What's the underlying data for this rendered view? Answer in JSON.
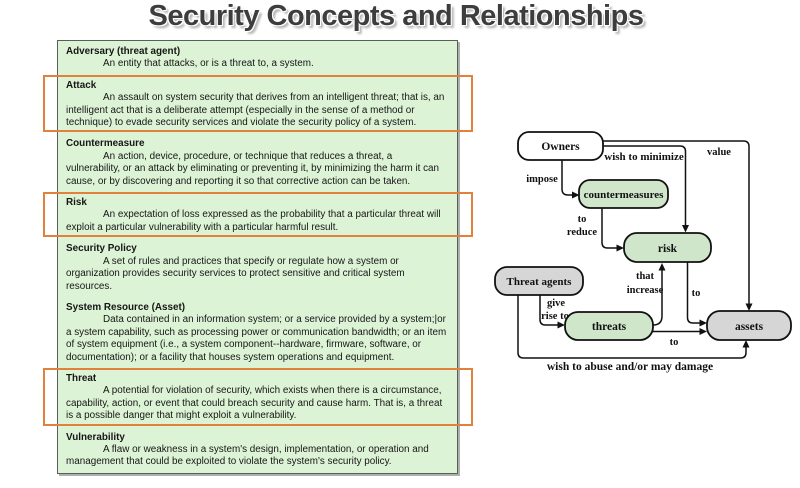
{
  "title": "Security Concepts and Relationships",
  "panel": {
    "sections": [
      {
        "term": "Adversary (threat agent)",
        "definition": "An entity that attacks, or is a threat to, a system.",
        "highlighted": false
      },
      {
        "term": "Attack",
        "definition": "An assault on system security that derives from an intelligent threat; that is, an intelligent act that is a deliberate attempt (especially in the sense of a method or technique) to evade security services and violate the security policy of a system.",
        "highlighted": true
      },
      {
        "term": "Countermeasure",
        "definition": "An action, device, procedure, or technique that reduces a threat, a vulnerability, or an attack by eliminating or preventing it, by minimizing the harm it can cause, or by discovering and reporting it so that corrective action can be taken.",
        "highlighted": false
      },
      {
        "term": "Risk",
        "definition": "An expectation of loss expressed as the probability that a particular threat will exploit a particular vulnerability with a particular harmful result.",
        "highlighted": true
      },
      {
        "term": "Security Policy",
        "definition": "A set of rules and practices that specify or regulate how a system or organization provides security services to protect sensitive and critical system resources.",
        "highlighted": false
      },
      {
        "term": "System Resource (Asset)",
        "definition": "Data contained in an information system; or a service provided by a system;|or a system capability, such as processing power or communication bandwidth; or an item of system equipment (i.e., a system component--hardware, firmware, software, or documentation); or a facility that houses system operations and equipment.",
        "highlighted": false
      },
      {
        "term": "Threat",
        "definition": "A potential for violation of security, which exists when there is a circumstance, capability, action, or event that could breach security and cause harm. That is, a threat is a possible danger that might exploit a vulnerability.",
        "highlighted": true
      },
      {
        "term": "Vulnerability",
        "definition": "A flaw or weakness in a system's design, implementation, or operation and management that could be exploited to violate the system's security policy.",
        "highlighted": false
      }
    ]
  },
  "diagram": {
    "nodes": {
      "owners": {
        "label": "Owners"
      },
      "countermeasures": {
        "label": "countermeasures"
      },
      "risk": {
        "label": "risk"
      },
      "threat_agents": {
        "label": "Threat agents"
      },
      "threats": {
        "label": "threats"
      },
      "assets": {
        "label": "assets"
      }
    },
    "labels": {
      "impose": "impose",
      "wish_to_minimize": "wish to minimize",
      "value": "value",
      "to_reduce_1": "to",
      "to_reduce_2": "reduce",
      "that_increase_1": "that",
      "that_increase_2": "increase",
      "risk_to_assets": "to",
      "give_rise_1": "give",
      "give_rise_2": "rise to",
      "threats_to_assets": "to",
      "wish_to_abuse": "wish to abuse and/or may damage"
    }
  },
  "colors": {
    "panel_bg": "#ddf3d6",
    "highlight_orange": "#e2813b",
    "node_green": "#cfe6cb",
    "node_gray": "#d6d6d6",
    "node_white": "#ffffff",
    "title_gray": "#3d3d3d"
  }
}
